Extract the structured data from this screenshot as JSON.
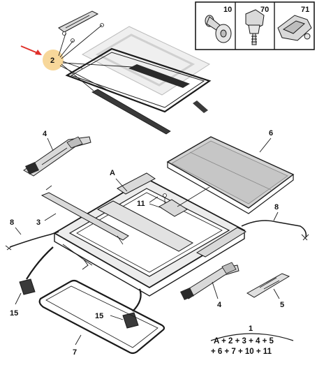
{
  "inset": {
    "cells": [
      {
        "number": "10",
        "icon": "push-rivet-icon"
      },
      {
        "number": "70",
        "icon": "clip-icon"
      },
      {
        "number": "71",
        "icon": "bracket-clip-icon"
      }
    ]
  },
  "callouts": {
    "c2": "2",
    "c4a": "4",
    "c6": "6",
    "cA": "A",
    "c11": "11",
    "c3": "3",
    "c8a": "8",
    "c8b": "8",
    "c15a": "15",
    "c15b": "15",
    "c7": "7",
    "c4b": "4",
    "c5": "5",
    "c1": "1"
  },
  "formula": {
    "line1": "A + 2 + 3 + 4 + 5",
    "line2": "+ 6 + 7 + 10 + 11"
  },
  "colors": {
    "highlight": "#f7d79a",
    "arrow": "#e0302a",
    "line": "#1a1a1a",
    "part_fill": "#d9d9d9",
    "glass_fill": "#eeeeee",
    "shade_fill": "#cfcfcf"
  }
}
